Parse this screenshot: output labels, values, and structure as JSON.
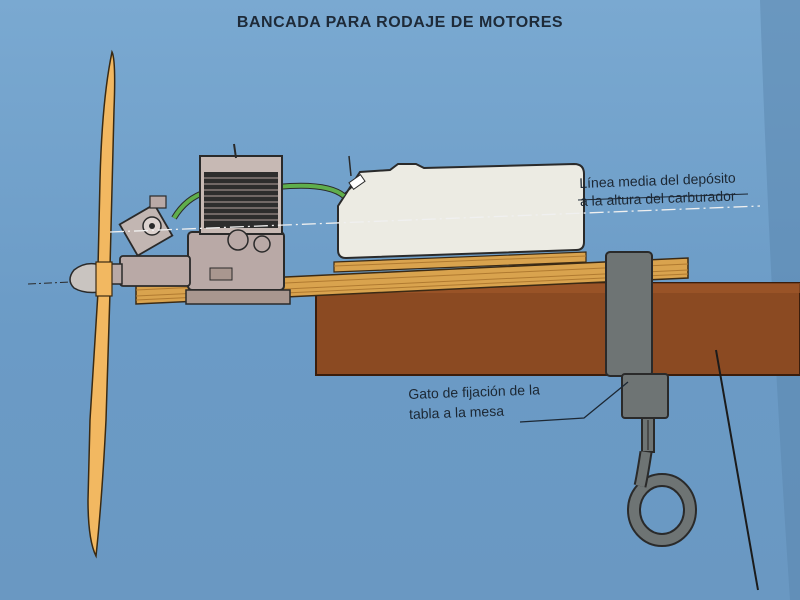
{
  "title": "BANCADA PARA RODAJE DE MOTORES",
  "labels": {
    "tank_line": [
      "Línea media del depósito",
      "a la altura del carburador"
    ],
    "clamp": [
      "Gato de fijación de la",
      "tabla a la mesa"
    ]
  },
  "colors": {
    "background": "#6f9ec6",
    "propeller": "#f2b861",
    "wood_board": "#d9a34e",
    "table": "#8b4a22",
    "tank": "#ecebe3",
    "fuel_line": "#5fae4c",
    "clamp": "#6e7474",
    "engine": "#b9a9a6"
  }
}
